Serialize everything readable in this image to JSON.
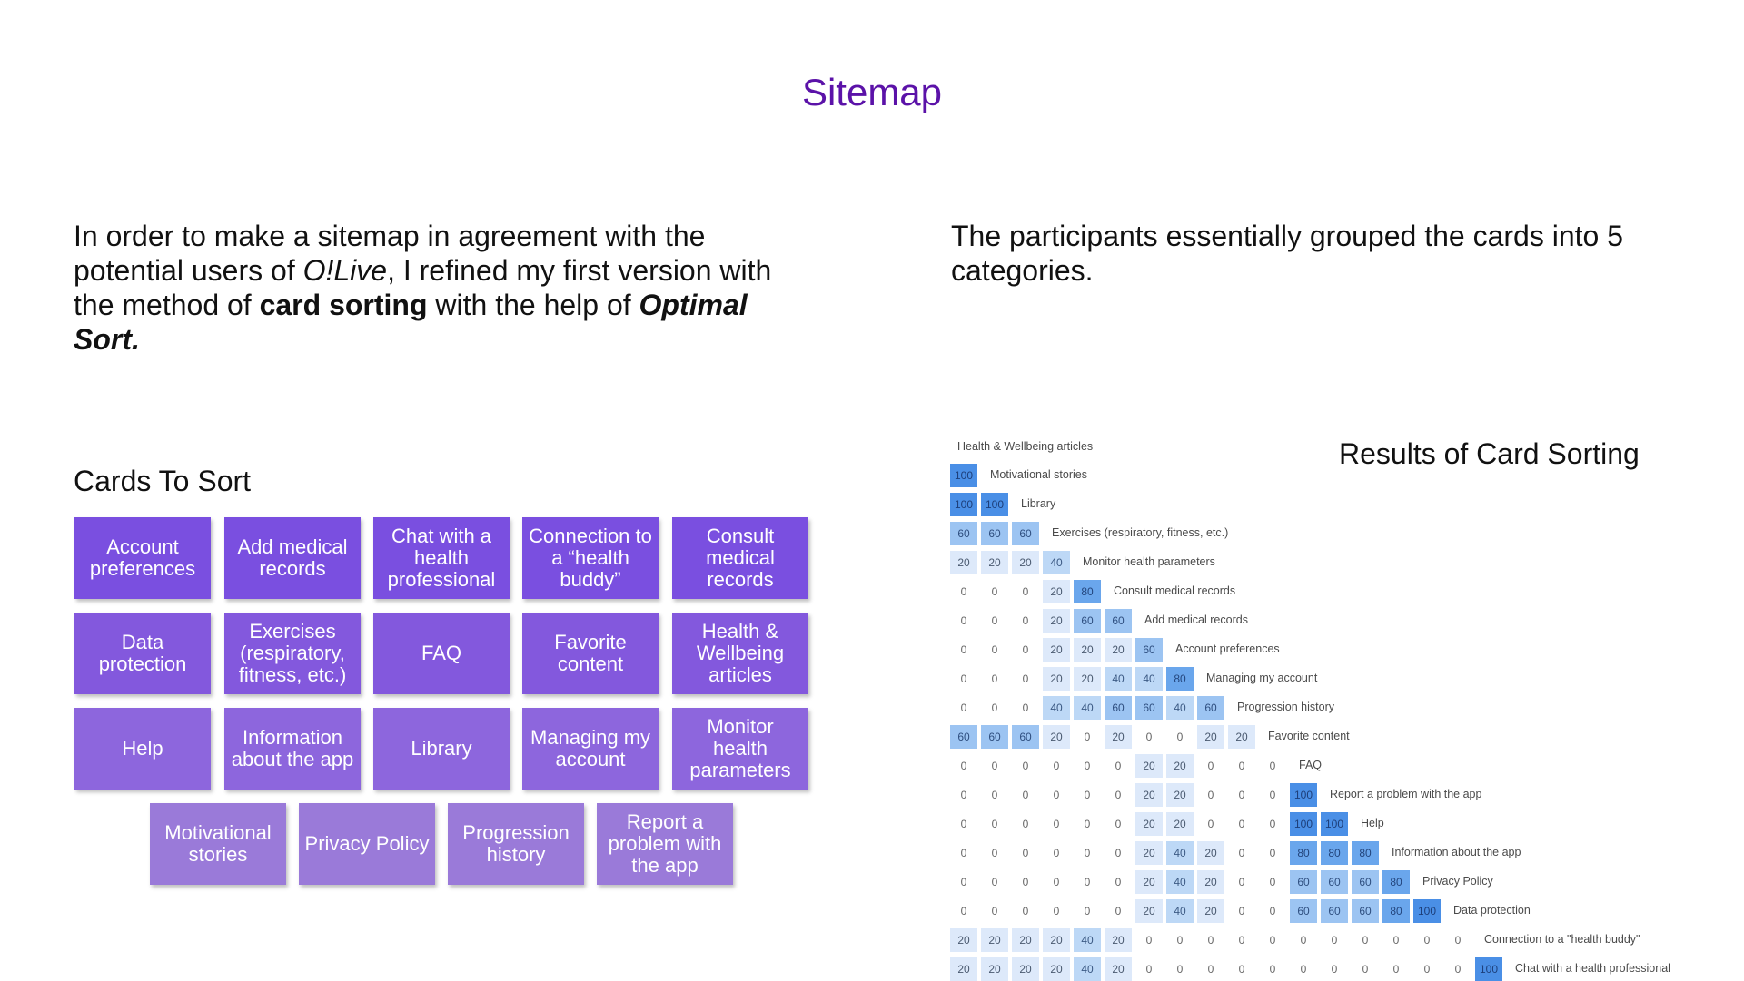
{
  "page": {
    "title": "Sitemap",
    "intro_left": [
      {
        "text": "In order to make a sitemap in agreement with the potential users of ",
        "style": "normal"
      },
      {
        "text": "O!Live",
        "style": "italic"
      },
      {
        "text": ", I refined my first version with the method of ",
        "style": "normal"
      },
      {
        "text": "card sorting",
        "style": "bold"
      },
      {
        "text": " with the help of ",
        "style": "normal"
      },
      {
        "text": "Optimal Sort.",
        "style": "bold-italic"
      }
    ],
    "intro_right": "The participants essentially grouped the cards into 5 categories.",
    "cards_heading": "Cards To Sort",
    "results_heading": "Results of Card Sorting"
  },
  "cards": [
    "Account preferences",
    "Add medical records",
    "Chat with a health professional",
    "Connection to a “health buddy”",
    "Consult medical records",
    "Data protection",
    "Exercises (respiratory, fitness, etc.)",
    "FAQ",
    "Favorite content",
    "Health & Wellbeing articles",
    "Help",
    "Information about the app",
    "Library",
    "Managing my account",
    "Monitor health parameters",
    "Motivational stories",
    "Privacy Policy",
    "Progression history",
    "Report a problem with the app"
  ],
  "matrix": {
    "first_label": "Health & Wellbeing articles",
    "rows": [
      {
        "label": "Motivational stories",
        "values": [
          100
        ]
      },
      {
        "label": "Library",
        "values": [
          100,
          100
        ]
      },
      {
        "label": "Exercises (respiratory, fitness, etc.)",
        "values": [
          60,
          60,
          60
        ]
      },
      {
        "label": "Monitor health parameters",
        "values": [
          20,
          20,
          20,
          40
        ]
      },
      {
        "label": "Consult medical records",
        "values": [
          0,
          0,
          0,
          20,
          80
        ]
      },
      {
        "label": "Add medical records",
        "values": [
          0,
          0,
          0,
          20,
          60,
          60
        ]
      },
      {
        "label": "Account preferences",
        "values": [
          0,
          0,
          0,
          20,
          20,
          20,
          60
        ]
      },
      {
        "label": "Managing my account",
        "values": [
          0,
          0,
          0,
          20,
          20,
          40,
          40,
          80
        ]
      },
      {
        "label": "Progression history",
        "values": [
          0,
          0,
          0,
          40,
          40,
          60,
          60,
          40,
          60
        ]
      },
      {
        "label": "Favorite content",
        "values": [
          60,
          60,
          60,
          20,
          0,
          20,
          0,
          0,
          20,
          20
        ]
      },
      {
        "label": "FAQ",
        "values": [
          0,
          0,
          0,
          0,
          0,
          0,
          20,
          20,
          0,
          0,
          0
        ]
      },
      {
        "label": "Report a problem with the app",
        "values": [
          0,
          0,
          0,
          0,
          0,
          0,
          20,
          20,
          0,
          0,
          0,
          100
        ]
      },
      {
        "label": "Help",
        "values": [
          0,
          0,
          0,
          0,
          0,
          0,
          20,
          20,
          0,
          0,
          0,
          100,
          100
        ]
      },
      {
        "label": "Information about the app",
        "values": [
          0,
          0,
          0,
          0,
          0,
          0,
          20,
          40,
          20,
          0,
          0,
          80,
          80,
          80
        ]
      },
      {
        "label": "Privacy Policy",
        "values": [
          0,
          0,
          0,
          0,
          0,
          0,
          20,
          40,
          20,
          0,
          0,
          60,
          60,
          60,
          80
        ]
      },
      {
        "label": "Data protection",
        "values": [
          0,
          0,
          0,
          0,
          0,
          0,
          20,
          40,
          20,
          0,
          0,
          60,
          60,
          60,
          80,
          100
        ]
      },
      {
        "label": "Connection to a \"health buddy\"",
        "values": [
          20,
          20,
          20,
          20,
          40,
          20,
          0,
          0,
          0,
          0,
          0,
          0,
          0,
          0,
          0,
          0,
          0
        ]
      },
      {
        "label": "Chat with a health professional",
        "values": [
          20,
          20,
          20,
          20,
          40,
          20,
          0,
          0,
          0,
          0,
          0,
          0,
          0,
          0,
          0,
          0,
          0,
          100
        ]
      }
    ]
  },
  "colors": {
    "title": "#5b12a8",
    "card_row_1": "#7a4fe0",
    "card_row_2": "#8358dd",
    "card_row_3": "#8d66dd",
    "card_row_4": "#9a7ad9",
    "heat_100": "#4a8fe6",
    "heat_80": "#6aa6ec",
    "heat_60": "#9cc4f2",
    "heat_40": "#bdd8f6",
    "heat_20": "#dde9fa"
  }
}
